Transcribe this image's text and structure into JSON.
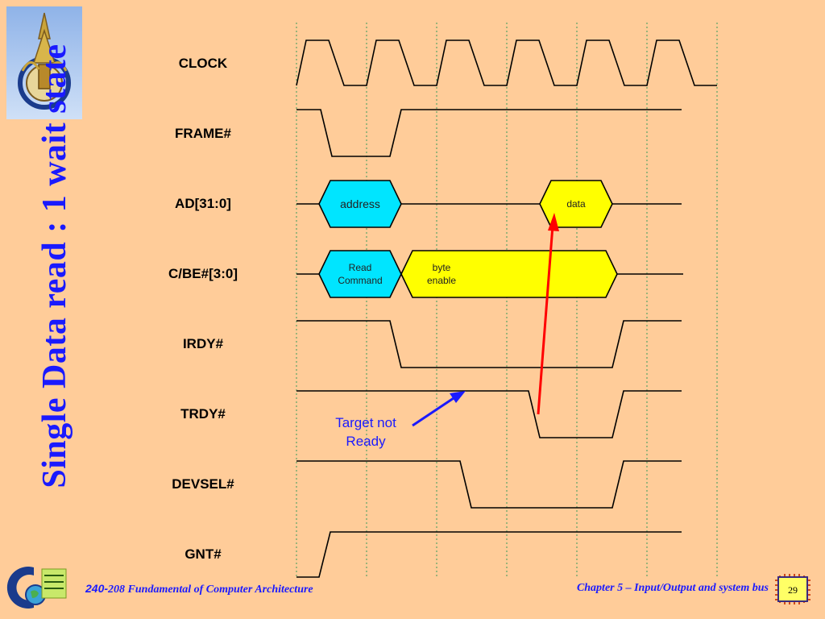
{
  "slide": {
    "title": "Single Data read : 1 wait state",
    "footer": {
      "course_code": "240-",
      "course_name": "208 Fundamental of Computer Architecture",
      "chapter": "Chapter 5 – Input/Output and system bus",
      "page": "29"
    }
  },
  "diagram": {
    "signals": [
      "CLOCK",
      "FRAME#",
      "AD[31:0]",
      "C/BE#[3:0]",
      "IRDY#",
      "TRDY#",
      "DEVSEL#",
      "GNT#"
    ],
    "ad_address": "address",
    "ad_data": "data",
    "cbe_command": [
      "Read",
      "Command"
    ],
    "cbe_byte_enable": [
      "byte",
      "enable"
    ],
    "annotation": [
      "Target not",
      "Ready"
    ],
    "colors": {
      "address_fill": "#00E5FF",
      "data_fill": "#FFFF00",
      "arrow_red": "#FF0000",
      "arrow_blue": "#1A1AFF",
      "title_blue": "#1A1AFF",
      "background": "#FFCC99"
    }
  }
}
